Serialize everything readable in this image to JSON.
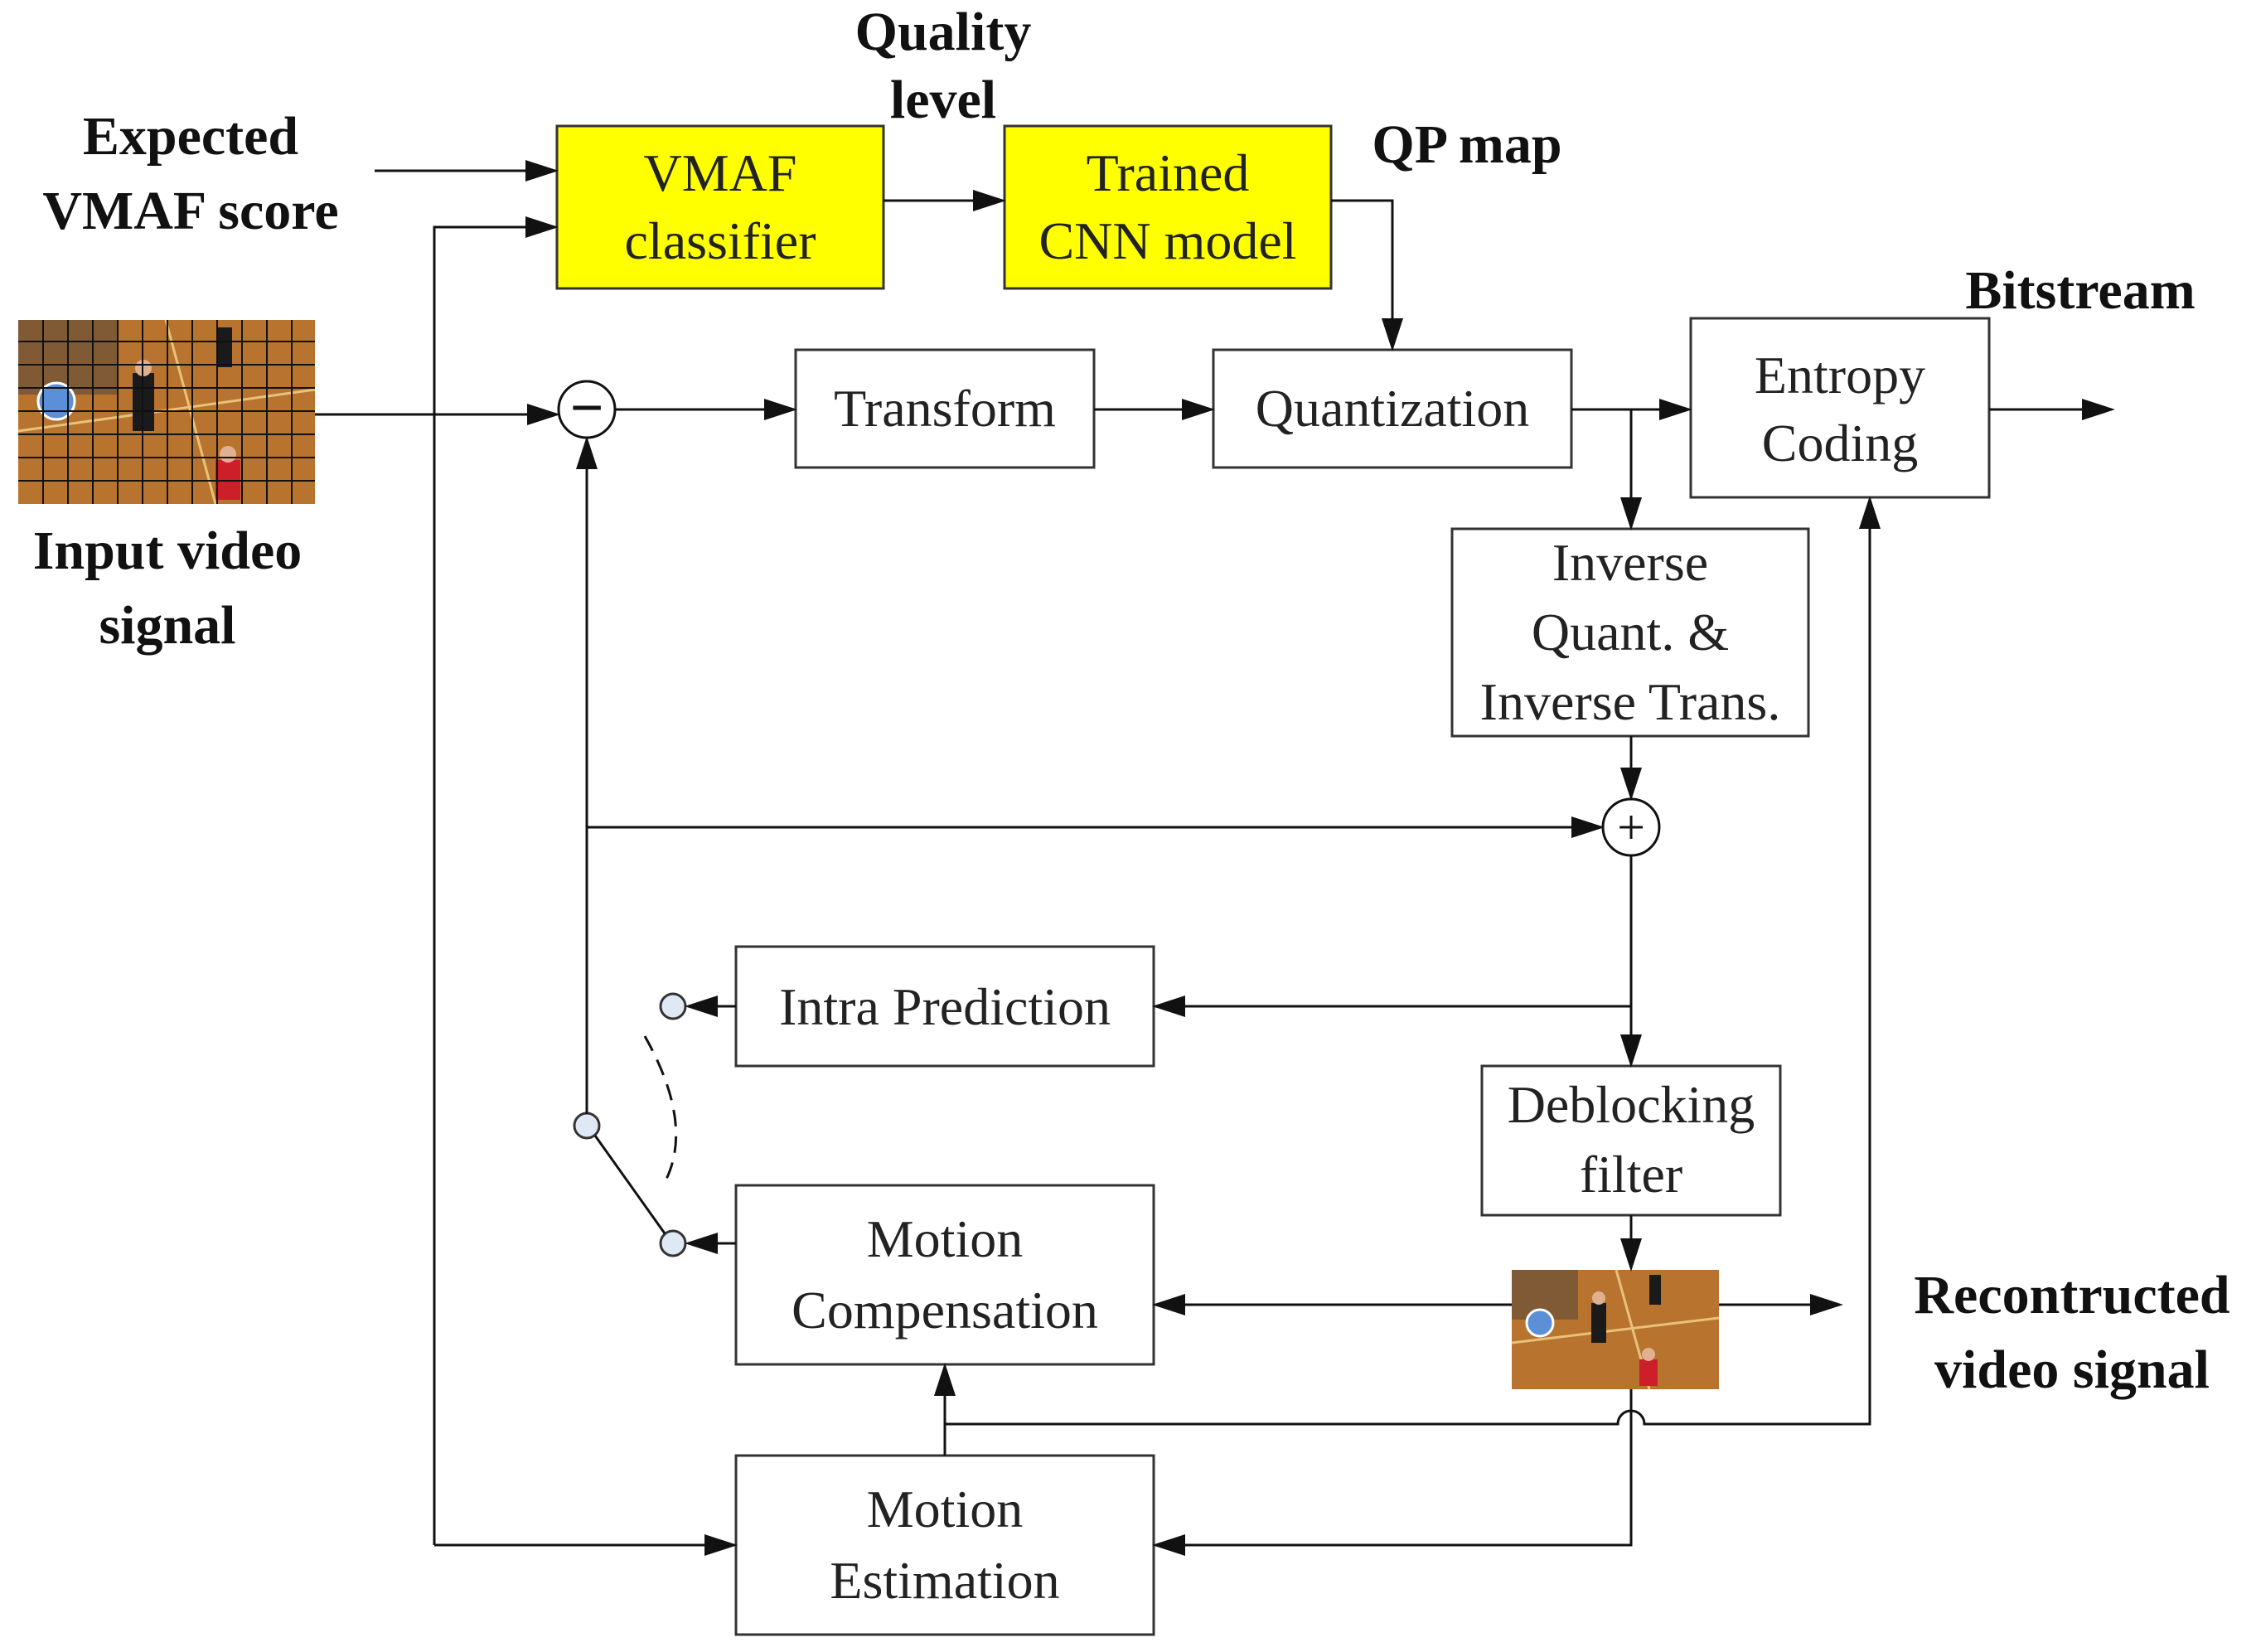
{
  "colors": {
    "highlight_box": "#ffff00",
    "line": "#111111",
    "switch_node": "#dfe9f5",
    "floor": "#b8742f"
  },
  "labels": {
    "expected_vmaf": [
      "Expected",
      "VMAF score"
    ],
    "quality_level": [
      "Quality",
      "level"
    ],
    "qp_map": "QP map",
    "bitstream": "Bitstream",
    "input_video": [
      "Input video",
      "signal"
    ],
    "reconstructed_video": [
      "Recontructed",
      "video signal"
    ]
  },
  "blocks": {
    "vmaf_classifier": [
      "VMAF",
      "classifier"
    ],
    "trained_cnn": [
      "Trained",
      "CNN model"
    ],
    "transform": "Transform",
    "quantization": "Quantization",
    "entropy_coding": [
      "Entropy",
      "Coding"
    ],
    "inverse_quant": [
      "Inverse",
      "Quant. &",
      "Inverse Trans."
    ],
    "intra_prediction": "Intra Prediction",
    "deblocking_filter": [
      "Deblocking",
      "filter"
    ],
    "motion_compensation": [
      "Motion",
      "Compensation"
    ],
    "motion_estimation": [
      "Motion",
      "Estimation"
    ]
  },
  "symbols": {
    "subtractor": "−",
    "adder": "+"
  },
  "icons": {
    "input_frame": "basketball-video-frame-with-grid",
    "reconstructed_frame": "basketball-video-frame"
  }
}
